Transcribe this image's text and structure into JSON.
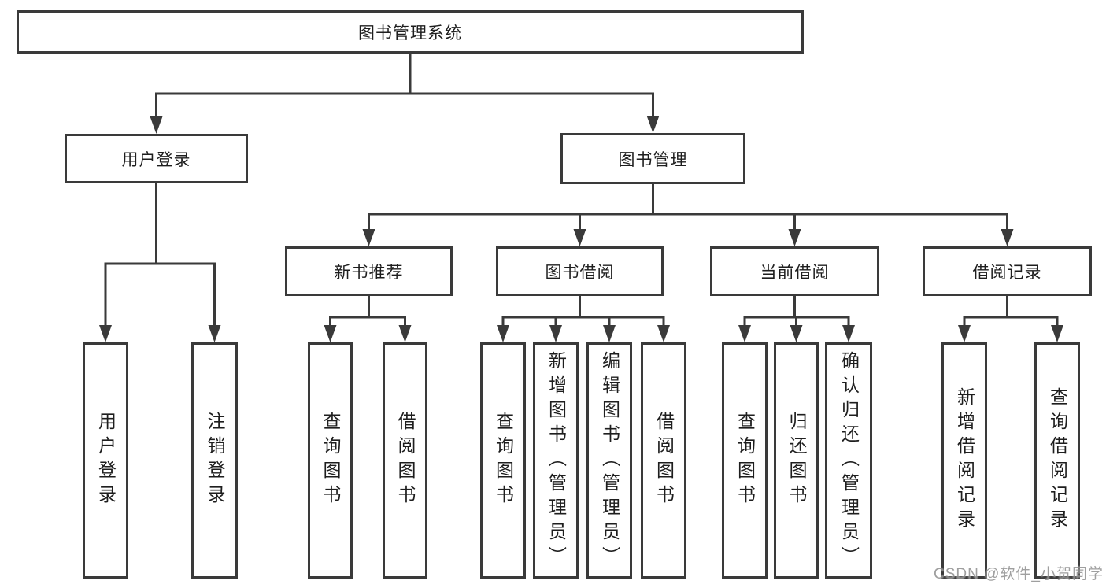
{
  "diagram": {
    "root": {
      "label": "图书管理系统"
    },
    "level2": [
      {
        "id": "user_login",
        "label": "用户登录"
      },
      {
        "id": "book_mgmt",
        "label": "图书管理"
      }
    ],
    "level3": [
      {
        "id": "new_book",
        "label": "新书推荐",
        "parent": "book_mgmt"
      },
      {
        "id": "book_borrow",
        "label": "图书借阅",
        "parent": "book_mgmt"
      },
      {
        "id": "current_borrow",
        "label": "当前借阅",
        "parent": "book_mgmt"
      },
      {
        "id": "borrow_record",
        "label": "借阅记录",
        "parent": "book_mgmt"
      }
    ],
    "leaves": {
      "user_login": [
        "用户登录",
        "注销登录"
      ],
      "new_book": [
        "查询图书",
        "借阅图书"
      ],
      "book_borrow": [
        "查询图书",
        "新增图书（管理员）",
        "编辑图书（管理员）",
        "借阅图书"
      ],
      "current_borrow": [
        "查询图书",
        "归还图书",
        "确认归还（管理员）"
      ],
      "borrow_record": [
        "新增借阅记录",
        "查询借阅记录"
      ]
    }
  },
  "watermark": {
    "text": "CSDN @软件_小贺同学"
  },
  "colors": {
    "line": "#3a3a3a",
    "box_border": "#3a3a3a",
    "text": "#1e1e1e",
    "background": "#ffffff",
    "watermark": "#848484"
  }
}
